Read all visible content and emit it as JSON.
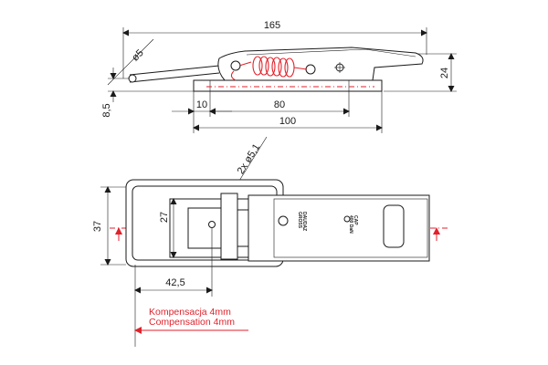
{
  "dimensions": {
    "overall_length": "165",
    "pin_diameter": "ø5",
    "height": "24",
    "base_offset": "8,5",
    "pin_offset": "10",
    "hole_spacing": "80",
    "base_length": "100",
    "holes": "2x ø5,1",
    "base_width": "37",
    "inner_width": "27",
    "center_to_hole": "42,5"
  },
  "stamps": {
    "brand": "DAUDAZ\nGROSS",
    "capacity": "CAP\n400 DaN"
  },
  "compensation": {
    "polish": "Kompensacja 4mm",
    "english": "Compensation 4mm"
  },
  "colors": {
    "lines": "#1a1a1a",
    "spring": "#e0222b",
    "centerlines": "#e0222b"
  }
}
